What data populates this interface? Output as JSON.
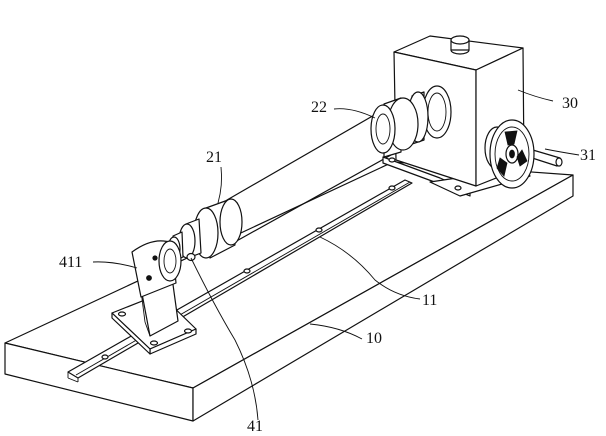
{
  "labels": {
    "l22": "22",
    "l30": "30",
    "l21": "21",
    "l31": "31",
    "l411": "411",
    "l11": "11",
    "l10": "10",
    "l41": "41"
  }
}
